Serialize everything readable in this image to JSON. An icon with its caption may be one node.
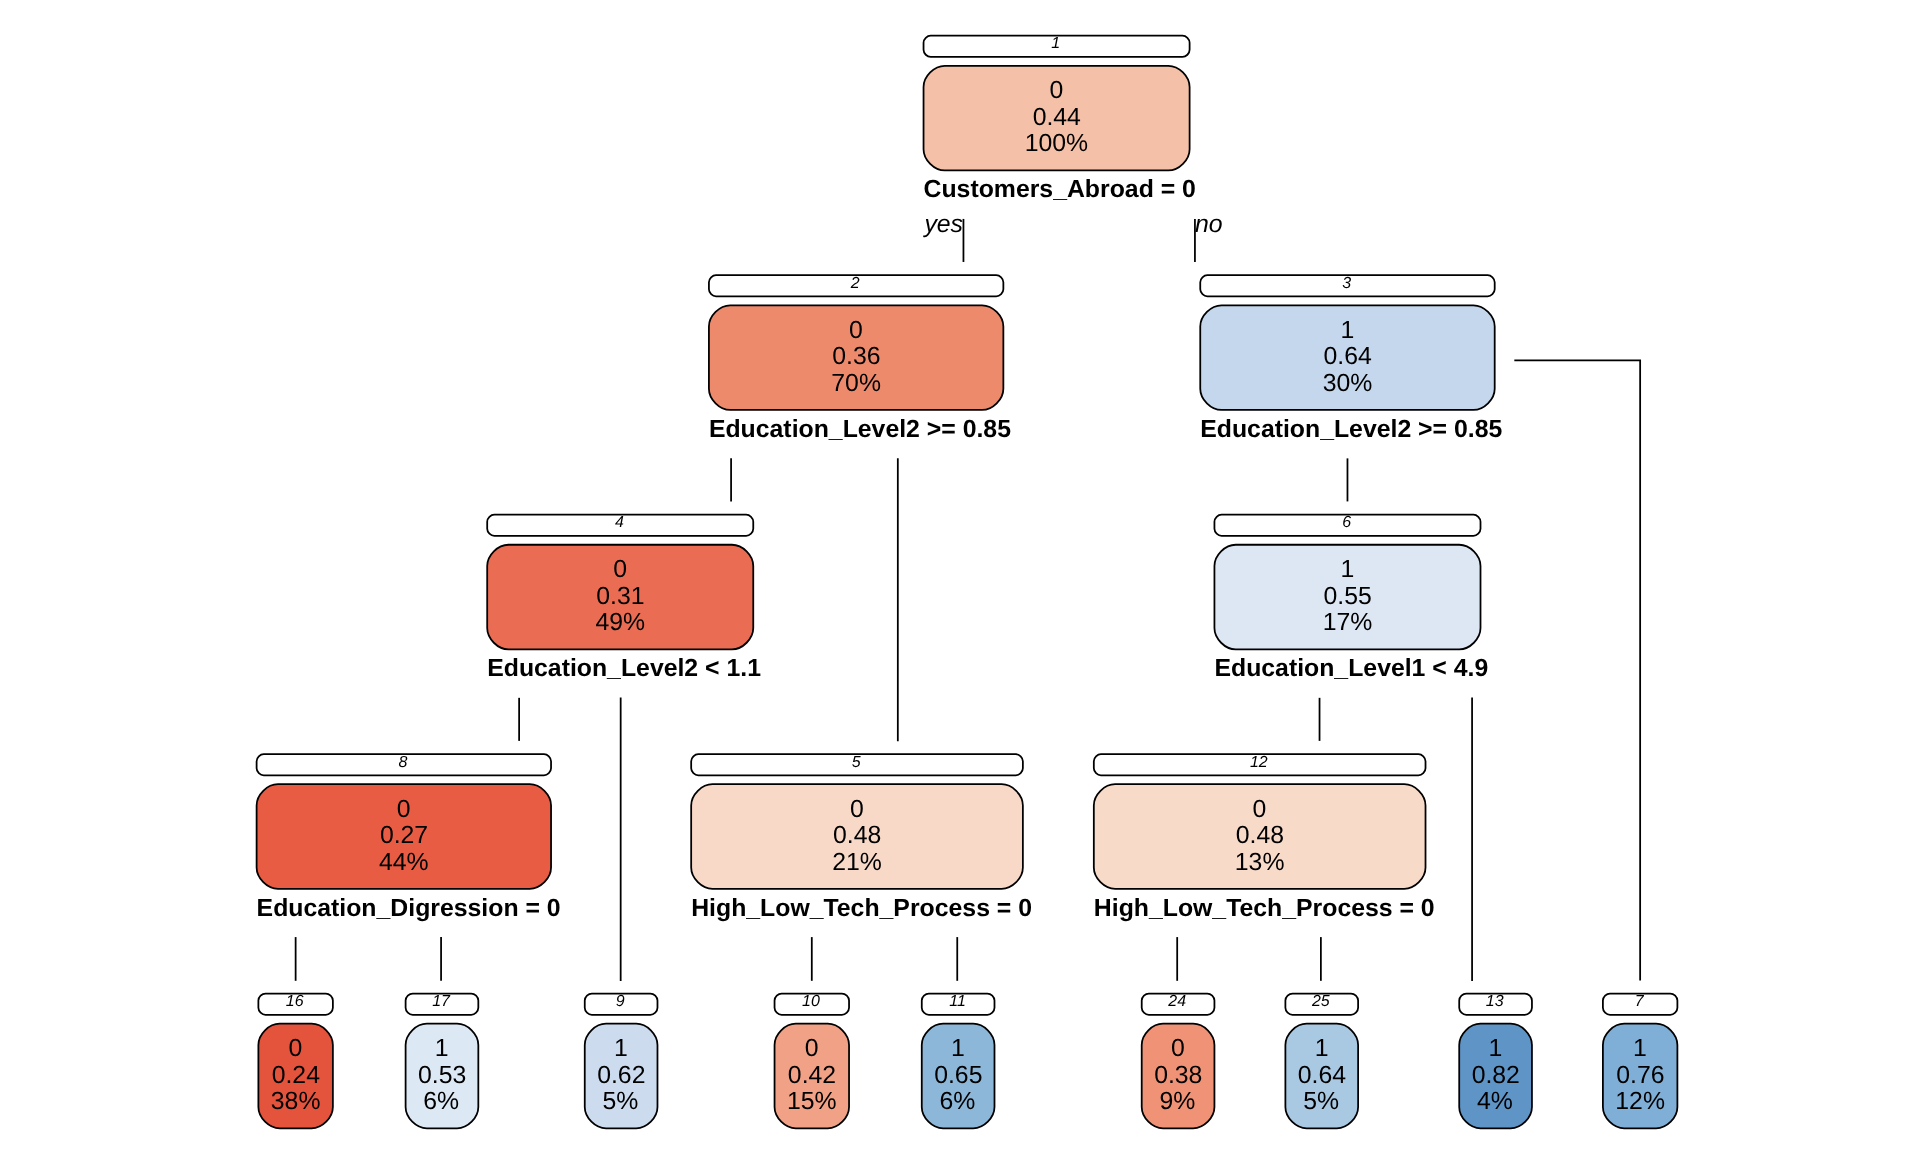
{
  "diagram": {
    "nodes": [
      {
        "text": [
          "0",
          "0.44",
          "100%"
        ],
        "beside": [
          "1",
          "Customers_Abroad = 0"
        ]
      },
      {
        "text": [
          "0",
          "0.36",
          "70%"
        ],
        "beside": [
          "2",
          "Education_Level2 >= 0.85"
        ]
      },
      {
        "text": [
          "1",
          "0.64",
          "30%"
        ],
        "beside": [
          "3",
          "Education_Level2 >= 0.85"
        ]
      },
      {
        "text": [
          "0",
          "0.31",
          "49%"
        ],
        "beside": [
          "4",
          "Education_Level2 < 1.1"
        ]
      },
      {
        "text": [
          "0",
          "0.48",
          "21%"
        ],
        "beside": [
          "5",
          "High_Low_Tech_Process = 0"
        ]
      },
      {
        "text": [
          "1",
          "0.55",
          "17%"
        ],
        "beside": [
          "6",
          "Education_Level1 < 4.9"
        ]
      },
      {
        "text": [
          "0",
          "0.27",
          "44%"
        ],
        "beside": [
          "8",
          "Education_Digression = 0"
        ]
      },
      {
        "text": [
          "0",
          "0.48",
          "13%"
        ],
        "beside": [
          "12",
          "High_Low_Tech_Process = 0"
        ]
      },
      {
        "text": [
          "0",
          "0.24",
          "38%"
        ],
        "beside": [
          "16"
        ]
      },
      {
        "text": [
          "1",
          "0.53",
          "6%"
        ],
        "beside": [
          "17"
        ]
      },
      {
        "text": [
          "1",
          "0.62",
          "5%"
        ],
        "beside": [
          "9"
        ]
      },
      {
        "text": [
          "0",
          "0.42",
          "15%"
        ],
        "beside": [
          "10"
        ]
      },
      {
        "text": [
          "1",
          "0.65",
          "6%"
        ],
        "beside": [
          "11"
        ]
      },
      {
        "text": [
          "0",
          "0.38",
          "9%"
        ],
        "beside": [
          "24"
        ]
      },
      {
        "text": [
          "1",
          "0.64",
          "5%"
        ],
        "beside": [
          "25"
        ]
      },
      {
        "text": [
          "1",
          "0.82",
          "4%"
        ],
        "beside": [
          "13"
        ]
      },
      {
        "text": [
          "1",
          "0.76",
          "12%"
        ],
        "beside": [
          "7"
        ]
      }
    ],
    "edges": [
      {
        "from": 0,
        "to": 1,
        "arrow": "none",
        "label": "yes"
      },
      {
        "from": 0,
        "to": 2,
        "arrow": "none",
        "label": "no"
      },
      {
        "from": 1,
        "to": 3,
        "arrow": "none"
      },
      {
        "from": 1,
        "to": 4,
        "arrow": "none"
      },
      {
        "from": 2,
        "to": 5,
        "arrow": "none"
      },
      {
        "from": 2,
        "to": 16,
        "arrow": "none"
      },
      {
        "from": 3,
        "to": 6,
        "arrow": "none"
      },
      {
        "from": 3,
        "to": 10,
        "arrow": "none"
      },
      {
        "from": 4,
        "to": 11,
        "arrow": "none"
      },
      {
        "from": 4,
        "to": 12,
        "arrow": "none"
      },
      {
        "from": 5,
        "to": 7,
        "arrow": "none"
      },
      {
        "from": 5,
        "to": 15,
        "arrow": "none"
      },
      {
        "from": 6,
        "to": 8,
        "arrow": "none"
      },
      {
        "from": 6,
        "to": 9,
        "arrow": "none"
      },
      {
        "from": 7,
        "to": 13,
        "arrow": "none"
      },
      {
        "from": 7,
        "to": 14,
        "arrow": "none"
      }
    ]
  }
}
